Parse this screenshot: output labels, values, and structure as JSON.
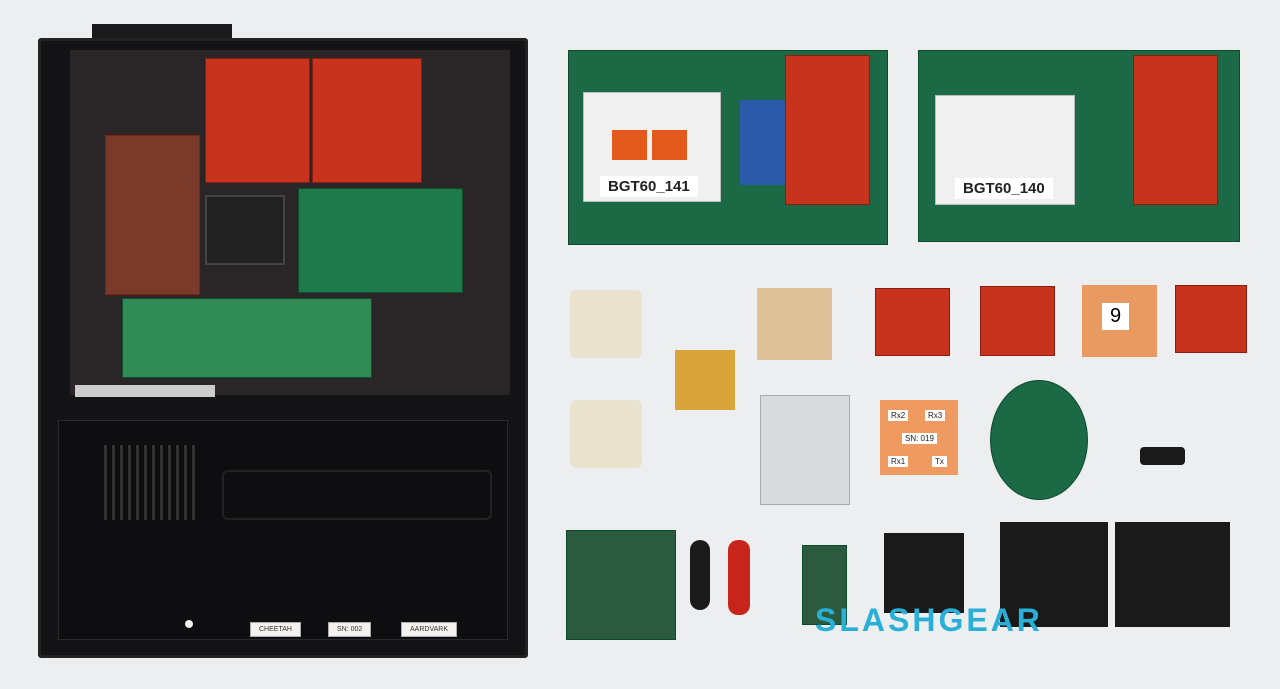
{
  "case_labels": [
    "CHEETAH",
    "SN: 002",
    "AARDVARK"
  ],
  "boards": {
    "left_label": "BGT60_141",
    "right_label": "BGT60_140"
  },
  "orange_module": {
    "ports": [
      "Rx2",
      "Rx3",
      "SN: 019",
      "Rx1",
      "Tx"
    ]
  },
  "numbered_block": "9",
  "watermark": "SLASHGEAR",
  "colors": {
    "background": "#eceef0",
    "case": "#141416",
    "pcb_green": "#1b6a45",
    "pcb_red": "#c8331e",
    "watermark": "#2ab0d8"
  }
}
